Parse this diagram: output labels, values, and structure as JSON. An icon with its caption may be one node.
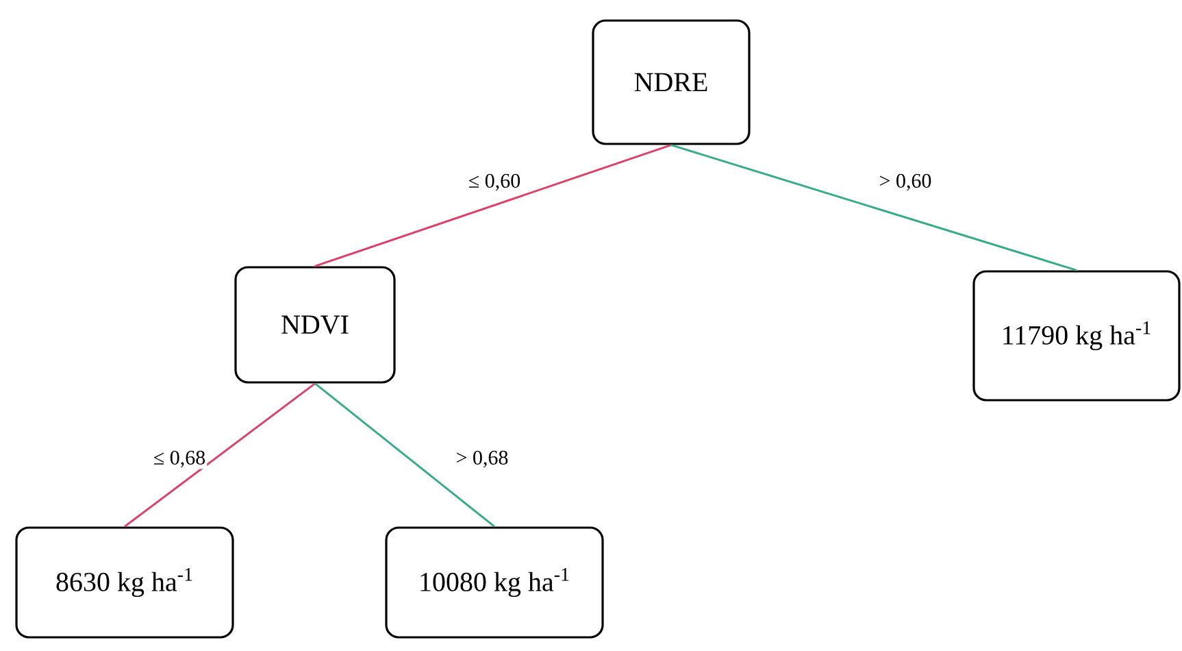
{
  "diagram": {
    "nodes": [
      {
        "text": [
          "NDRE"
        ]
      },
      {
        "text": [
          "NDVI"
        ]
      },
      {
        "text": [
          "11790 kg ha$^{-1}$"
        ]
      },
      {
        "text": [
          "8630 kg ha$^{-1}$"
        ]
      },
      {
        "text": [
          "10080 kg ha$^{-1}$"
        ]
      }
    ],
    "edges": [
      {
        "from": 0,
        "to": 1,
        "arrow": "none",
        "label": "≤ 0,60",
        "color": "#d9436a"
      },
      {
        "from": 0,
        "to": 2,
        "arrow": "none",
        "label": "> 0,60",
        "color": "#3aaa8c"
      },
      {
        "from": 1,
        "to": 3,
        "arrow": "none",
        "label": "≤ 0,68",
        "color": "#d9436a"
      },
      {
        "from": 1,
        "to": 4,
        "arrow": "none",
        "label": "> 0,68",
        "color": "#3aaa8c"
      }
    ]
  }
}
